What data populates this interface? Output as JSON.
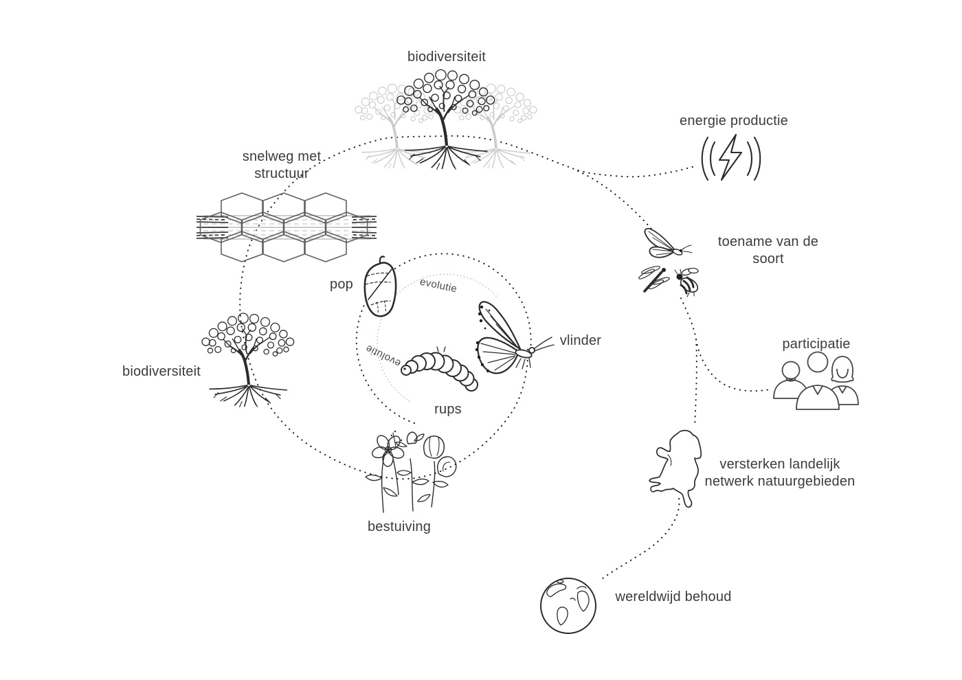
{
  "diagram_title": "biodiversity ecosystem cycle diagram",
  "colors": {
    "background": "#ffffff",
    "ink": "#2b2b2b",
    "dotted_line": "#1f1f1f",
    "fine_ring": "#a8a8a8",
    "faded_tree": "#cbcbcb",
    "label_text": "#3b3b3b"
  },
  "labels": {
    "biodiversiteit_top": "biodiversiteit",
    "energie_productie": "energie productie",
    "snelweg": "snelweg met\nstructuur",
    "toename": "toename van de\nsoort",
    "pop": "pop",
    "evolutie_top": "evolutie",
    "evolutie_bottom": "evolutie",
    "vlinder": "vlinder",
    "participatie": "participatie",
    "biodiversiteit_left": "biodiversiteit",
    "rups": "rups",
    "versterken": "versterken landelijk\nnetwerk natuurgebieden",
    "bestuiving": "bestuiving",
    "wereldwijd": "wereldwijd behoud"
  },
  "icons": {
    "tree_top": "tree with roots and two faded trees",
    "tree_left": "tree with roots",
    "honeycomb_highway": "highway through honeycomb cells",
    "chrysalis": "butterfly pupa",
    "caterpillar": "segmented caterpillar",
    "butterfly": "side-view butterfly",
    "lightning": "lightning bolt between sound arcs",
    "small_butterfly": "small butterfly",
    "dragonfly": "dragonfly",
    "bee": "bee",
    "people": "three person busts",
    "netherlands_map": "outline map of the Netherlands",
    "globe": "earth globe",
    "flowers": "wildflower bouquet"
  }
}
